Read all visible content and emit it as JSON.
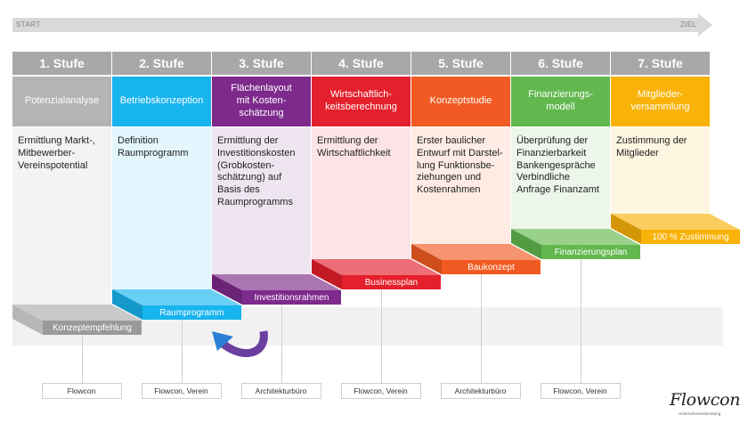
{
  "arrow": {
    "start": "START",
    "ziel": "ZIEL"
  },
  "colors": {
    "header_gray": "#a8a8a8",
    "arrow_gray": "#d9d9d9",
    "s1": "#a8a8a8",
    "s2": "#18b4ee",
    "s3": "#7d2a8c",
    "s4": "#e4202c",
    "s5": "#f15a22",
    "s6": "#62b84e",
    "s7": "#f9b208"
  },
  "stages": [
    {
      "head": "1. Stufe",
      "title": "Potenzialanalyse",
      "body": "Ermittlung Markt-,\nMitbewerber-\nVereinspotential",
      "step": "Konzeptempfehlung",
      "responsible": "Flowcon"
    },
    {
      "head": "2. Stufe",
      "title": "Betriebskonzeption",
      "body": "Definition\nRaumprogramm",
      "step": "Raumprogramm",
      "responsible": "Flowcon, Verein"
    },
    {
      "head": "3. Stufe",
      "title": "Flächenlayout\nmit Kosten-\nschätzung",
      "body": "Ermittlung der\nInvestitionskosten\n(Grobkosten-\nschätzung) auf\nBasis des\nRaumprogramms",
      "step": "Investitionsrahmen",
      "responsible": "Architekturbüro"
    },
    {
      "head": "4. Stufe",
      "title": "Wirtschaftlich-\nkeitsberechnung",
      "body": "Ermittlung der\nWirtschaftlichkeit",
      "step": "Businessplan",
      "responsible": "Flowcon, Verein"
    },
    {
      "head": "5. Stufe",
      "title": "Konzeptstudie",
      "body": "Erster baulicher\nEntwurf mit Darstel-\nlung Funktionsbe-\nziehungen und\nKostenrahmen",
      "step": "Baukonzept",
      "responsible": "Architekturbüro"
    },
    {
      "head": "6. Stufe",
      "title": "Finanzierungs-\nmodell",
      "body": "Überprüfung der\nFinanzierbarkeit\nBankengespräche\nVerbindliche\nAnfrage Finanzamt",
      "step": "Finanzierungsplan",
      "responsible": "Flowcon, Verein"
    },
    {
      "head": "7. Stufe",
      "title": "Mitglieder-\nversammlung",
      "body": "Zustimmung der\nMitglieder",
      "step": "100 % Zustimmung",
      "responsible": ""
    }
  ],
  "logo": {
    "name": "Flowcon",
    "tagline": "Unternehmensberatung"
  }
}
